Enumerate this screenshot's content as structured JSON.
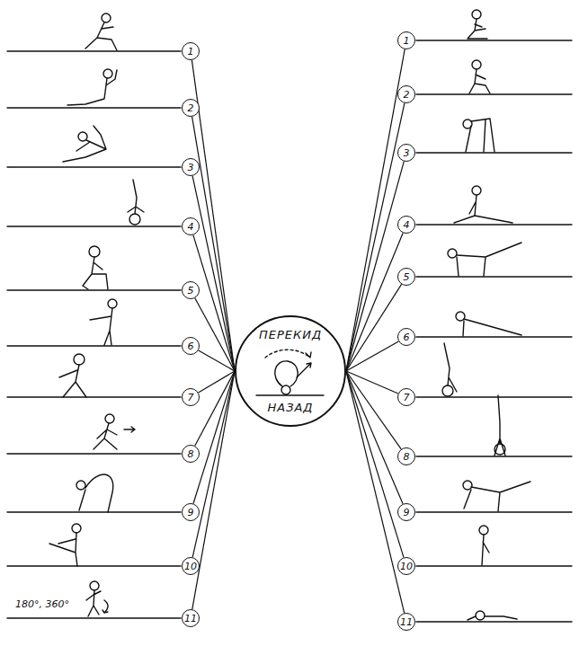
{
  "diagram": {
    "nodes": [
      {
        "text": [
          "ПЕРЕКИД",
          "НАЗАД"
        ]
      },
      {
        "text": [
          "1"
        ]
      },
      {
        "text": [
          "2"
        ]
      },
      {
        "text": [
          "3"
        ]
      },
      {
        "text": [
          "4"
        ]
      },
      {
        "text": [
          "5"
        ]
      },
      {
        "text": [
          "6"
        ]
      },
      {
        "text": [
          "7"
        ]
      },
      {
        "text": [
          "8"
        ]
      },
      {
        "text": [
          "9"
        ]
      },
      {
        "text": [
          "10"
        ]
      },
      {
        "text": [
          "11"
        ]
      },
      {
        "text": [
          "1"
        ]
      },
      {
        "text": [
          "2"
        ]
      },
      {
        "text": [
          "3"
        ]
      },
      {
        "text": [
          "4"
        ]
      },
      {
        "text": [
          "5"
        ]
      },
      {
        "text": [
          "6"
        ]
      },
      {
        "text": [
          "7"
        ]
      },
      {
        "text": [
          "8"
        ]
      },
      {
        "text": [
          "9"
        ]
      },
      {
        "text": [
          "10"
        ]
      },
      {
        "text": [
          "11"
        ]
      }
    ],
    "edges": [
      {
        "from": 1,
        "to": 0,
        "arrow": "none"
      },
      {
        "from": 2,
        "to": 0,
        "arrow": "none"
      },
      {
        "from": 3,
        "to": 0,
        "arrow": "none"
      },
      {
        "from": 4,
        "to": 0,
        "arrow": "none"
      },
      {
        "from": 5,
        "to": 0,
        "arrow": "none"
      },
      {
        "from": 6,
        "to": 0,
        "arrow": "none"
      },
      {
        "from": 7,
        "to": 0,
        "arrow": "none"
      },
      {
        "from": 8,
        "to": 0,
        "arrow": "none"
      },
      {
        "from": 9,
        "to": 0,
        "arrow": "none"
      },
      {
        "from": 10,
        "to": 0,
        "arrow": "none"
      },
      {
        "from": 11,
        "to": 0,
        "arrow": "none"
      },
      {
        "from": 12,
        "to": 0,
        "arrow": "none"
      },
      {
        "from": 13,
        "to": 0,
        "arrow": "none"
      },
      {
        "from": 14,
        "to": 0,
        "arrow": "none"
      },
      {
        "from": 15,
        "to": 0,
        "arrow": "none"
      },
      {
        "from": 16,
        "to": 0,
        "arrow": "none"
      },
      {
        "from": 17,
        "to": 0,
        "arrow": "none"
      },
      {
        "from": 18,
        "to": 0,
        "arrow": "none"
      },
      {
        "from": 19,
        "to": 0,
        "arrow": "none"
      },
      {
        "from": 20,
        "to": 0,
        "arrow": "none"
      },
      {
        "from": 21,
        "to": 0,
        "arrow": "none"
      },
      {
        "from": 22,
        "to": 0,
        "arrow": "none"
      }
    ],
    "labels": [
      "180°, 360°"
    ]
  }
}
